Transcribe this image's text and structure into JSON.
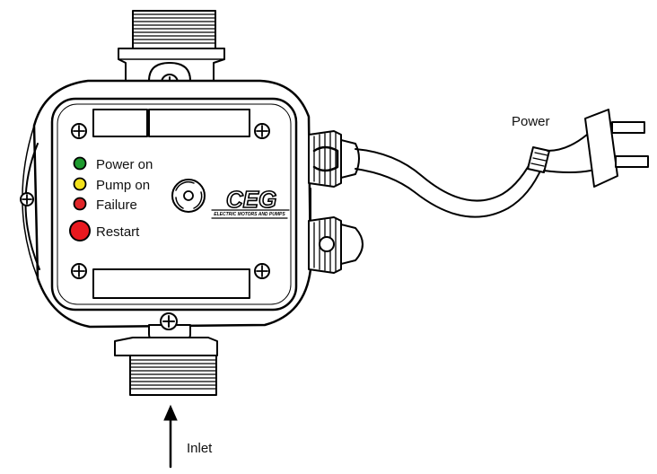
{
  "annotations": {
    "power": "Power",
    "inlet": "Inlet"
  },
  "indicators": [
    {
      "label": "Power on",
      "color": "#1e9a2e"
    },
    {
      "label": "Pump on",
      "color": "#f2e01c"
    },
    {
      "label": "Failure",
      "color": "#e0262a"
    }
  ],
  "restart_button": {
    "label": "Restart",
    "color": "#e8191f"
  },
  "logo": {
    "text": "CEG",
    "tagline": "ELECTRIC MOTORS AND PUMPS"
  }
}
